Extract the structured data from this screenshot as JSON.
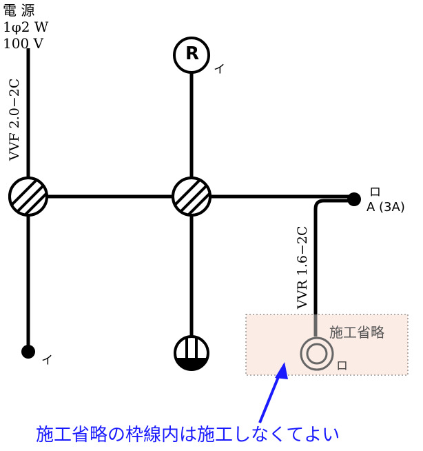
{
  "power_source": {
    "line1": "電 源",
    "line2": "1φ2 W",
    "line3": "100 V"
  },
  "cables": {
    "vvf": "VVF 2.0−2C",
    "vvr": "VVR 1.6−2C"
  },
  "symbols": {
    "receptacle_letter": "R",
    "receptacle_tag": "イ",
    "pendant_tag": "イ",
    "switch_tag": "ロ",
    "switch_label": "A (3A)",
    "lamp_tag": "ロ"
  },
  "omission": {
    "label": "施工省略",
    "note": "施工省略の枠線内は施工しなくてよい",
    "fill_color": "#fbece6",
    "note_color": "#1a1aff"
  }
}
